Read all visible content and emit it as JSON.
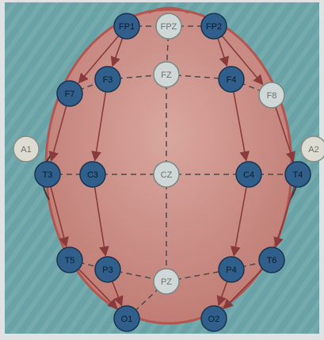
{
  "colors": {
    "background_teal": "#5f9ea3",
    "head_fill": "#c98c84",
    "head_outline": "#b5554f",
    "active_electrode": "#2f5f8a",
    "reference_electrode": "#cfd8d6",
    "ear_electrode": "#dcdcd2",
    "arrow_color": "#8a3a3a",
    "grid_line": "#4a4a4a"
  },
  "electrodes": [
    {
      "id": "FP1",
      "label": "FP1",
      "type": "active",
      "gx": -1,
      "gy": 0
    },
    {
      "id": "FPZ",
      "label": "FPZ",
      "type": "reference",
      "gx": 0,
      "gy": 0
    },
    {
      "id": "FP2",
      "label": "FP2",
      "type": "active",
      "gx": 1,
      "gy": 0
    },
    {
      "id": "F7",
      "label": "F7",
      "type": "active",
      "gx": -3,
      "gy": 1
    },
    {
      "id": "F3",
      "label": "F3",
      "type": "active",
      "gx": -2,
      "gy": 1
    },
    {
      "id": "FZ",
      "label": "FZ",
      "type": "reference",
      "gx": 0,
      "gy": 1
    },
    {
      "id": "F4",
      "label": "F4",
      "type": "active",
      "gx": 2,
      "gy": 1
    },
    {
      "id": "F8",
      "label": "F8",
      "type": "reference",
      "gx": 3,
      "gy": 1
    },
    {
      "id": "A1",
      "label": "A1",
      "type": "ear",
      "gx": -5,
      "gy": 2
    },
    {
      "id": "T3",
      "label": "T3",
      "type": "active",
      "gx": -4,
      "gy": 3
    },
    {
      "id": "C3",
      "label": "C3",
      "type": "active",
      "gx": -2,
      "gy": 3
    },
    {
      "id": "CZ",
      "label": "CZ",
      "type": "reference",
      "gx": 0,
      "gy": 3
    },
    {
      "id": "C4",
      "label": "C4",
      "type": "active",
      "gx": 2,
      "gy": 3
    },
    {
      "id": "T4",
      "label": "T4",
      "type": "active",
      "gx": 4,
      "gy": 3
    },
    {
      "id": "A2",
      "label": "A2",
      "type": "ear",
      "gx": 5,
      "gy": 2
    },
    {
      "id": "T5",
      "label": "T5",
      "type": "active",
      "gx": -3,
      "gy": 5
    },
    {
      "id": "P3",
      "label": "P3",
      "type": "active",
      "gx": -2,
      "gy": 5
    },
    {
      "id": "PZ",
      "label": "PZ",
      "type": "reference",
      "gx": 0,
      "gy": 5
    },
    {
      "id": "P4",
      "label": "P4",
      "type": "active",
      "gx": 2,
      "gy": 5
    },
    {
      "id": "T6",
      "label": "T6",
      "type": "active",
      "gx": 3,
      "gy": 5
    },
    {
      "id": "O1",
      "label": "O1",
      "type": "active",
      "gx": -1,
      "gy": 6
    },
    {
      "id": "O2",
      "label": "O2",
      "type": "active",
      "gx": 1,
      "gy": 6
    }
  ],
  "grid_lines": [
    [
      "F7",
      "F3"
    ],
    [
      "F3",
      "FZ"
    ],
    [
      "FZ",
      "F4"
    ],
    [
      "F4",
      "F8"
    ],
    [
      "T3",
      "C3"
    ],
    [
      "C3",
      "CZ"
    ],
    [
      "CZ",
      "C4"
    ],
    [
      "C4",
      "T4"
    ],
    [
      "T5",
      "P3"
    ],
    [
      "P3",
      "PZ"
    ],
    [
      "PZ",
      "P4"
    ],
    [
      "P4",
      "T6"
    ],
    [
      "FPZ",
      "FZ"
    ],
    [
      "FZ",
      "CZ"
    ],
    [
      "CZ",
      "PZ"
    ],
    [
      "PZ",
      "O1"
    ],
    [
      "FP1",
      "FPZ"
    ],
    [
      "FPZ",
      "FP2"
    ]
  ],
  "montage_arrows": [
    [
      "FP1",
      "F7"
    ],
    [
      "F7",
      "T3"
    ],
    [
      "T3",
      "T5"
    ],
    [
      "T5",
      "O1"
    ],
    [
      "FP1",
      "F3"
    ],
    [
      "F3",
      "C3"
    ],
    [
      "C3",
      "P3"
    ],
    [
      "P3",
      "O1"
    ],
    [
      "FP2",
      "F4"
    ],
    [
      "F4",
      "C4"
    ],
    [
      "C4",
      "P4"
    ],
    [
      "P4",
      "O2"
    ],
    [
      "FP2",
      "F8"
    ],
    [
      "F8",
      "T4"
    ],
    [
      "T4",
      "T6"
    ],
    [
      "T6",
      "O2"
    ]
  ]
}
